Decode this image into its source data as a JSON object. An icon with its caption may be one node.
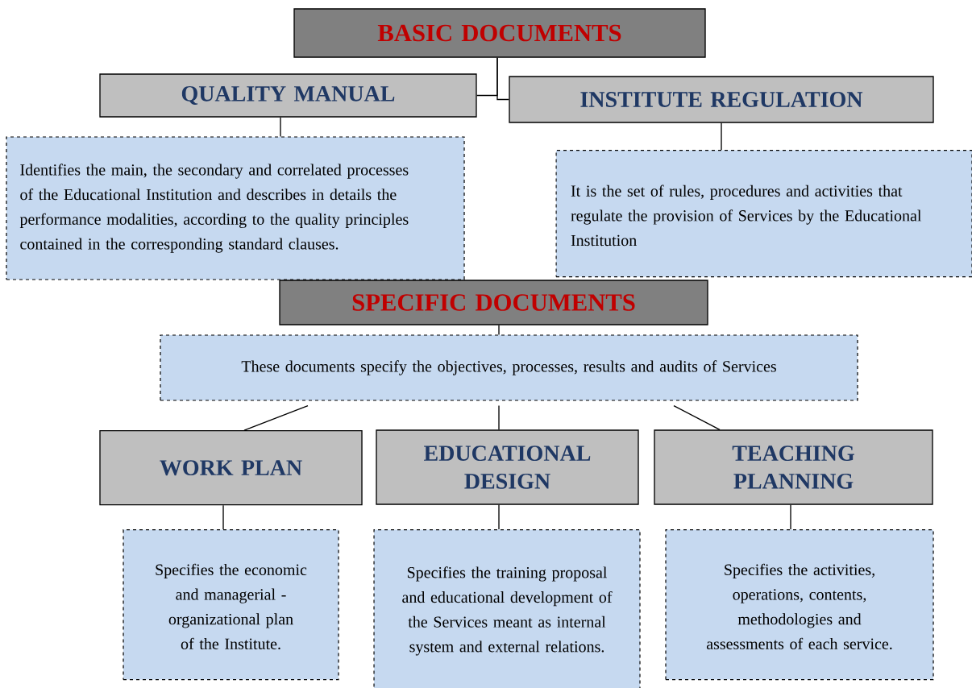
{
  "diagram": {
    "nodes": [
      {
        "text": [
          "BASIC DOCUMENTS"
        ]
      },
      {
        "text": [
          "QUALITY MANUAL"
        ]
      },
      {
        "text": [
          "INSTITUTE REGULATION"
        ]
      },
      {
        "text": [
          "Identifies the main, the secondary and correlated processes of the Educational Institution and describes in details the performance modalities, according to the quality principles contained in the corresponding standard clauses."
        ]
      },
      {
        "text": [
          "It is the set of rules, procedures and activities that regulate the provision of Services by the Educational Institution"
        ]
      },
      {
        "text": [
          "SPECIFIC DOCUMENTS"
        ]
      },
      {
        "text": [
          "These documents specify the objectives, processes, results and audits of Services"
        ]
      },
      {
        "text": [
          "WORK PLAN"
        ]
      },
      {
        "text": [
          "EDUCATIONAL DESIGN"
        ]
      },
      {
        "text": [
          "TEACHING PLANNING"
        ]
      },
      {
        "text": [
          "Specifies the economic and managerial - organizational plan of the Institute."
        ]
      },
      {
        "text": [
          "Specifies the training proposal and educational development of the Services meant as internal system and external relations."
        ]
      },
      {
        "text": [
          "Specifies the activities, operations, contents, methodologies and assessments of each service."
        ]
      }
    ],
    "edges": [
      {
        "from": 0,
        "to": 1,
        "arrow": "none"
      },
      {
        "from": 0,
        "to": 2,
        "arrow": "none"
      },
      {
        "from": 1,
        "to": 3,
        "arrow": "none"
      },
      {
        "from": 2,
        "to": 4,
        "arrow": "none"
      },
      {
        "from": 5,
        "to": 6,
        "arrow": "none"
      },
      {
        "from": 6,
        "to": 7,
        "arrow": "none"
      },
      {
        "from": 6,
        "to": 8,
        "arrow": "none"
      },
      {
        "from": 6,
        "to": 9,
        "arrow": "none"
      },
      {
        "from": 7,
        "to": 10,
        "arrow": "none"
      },
      {
        "from": 8,
        "to": 11,
        "arrow": "none"
      },
      {
        "from": 9,
        "to": 12,
        "arrow": "none"
      }
    ]
  }
}
